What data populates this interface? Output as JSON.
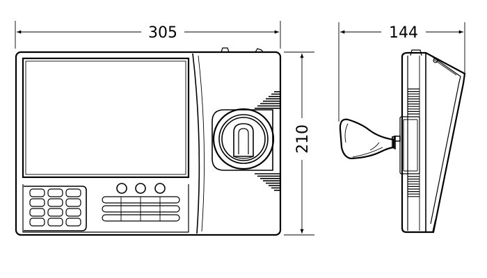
{
  "dimensions": {
    "width": "305",
    "height": "210",
    "depth": "144"
  },
  "colors": {
    "line": "#000000",
    "background": "#ffffff"
  }
}
